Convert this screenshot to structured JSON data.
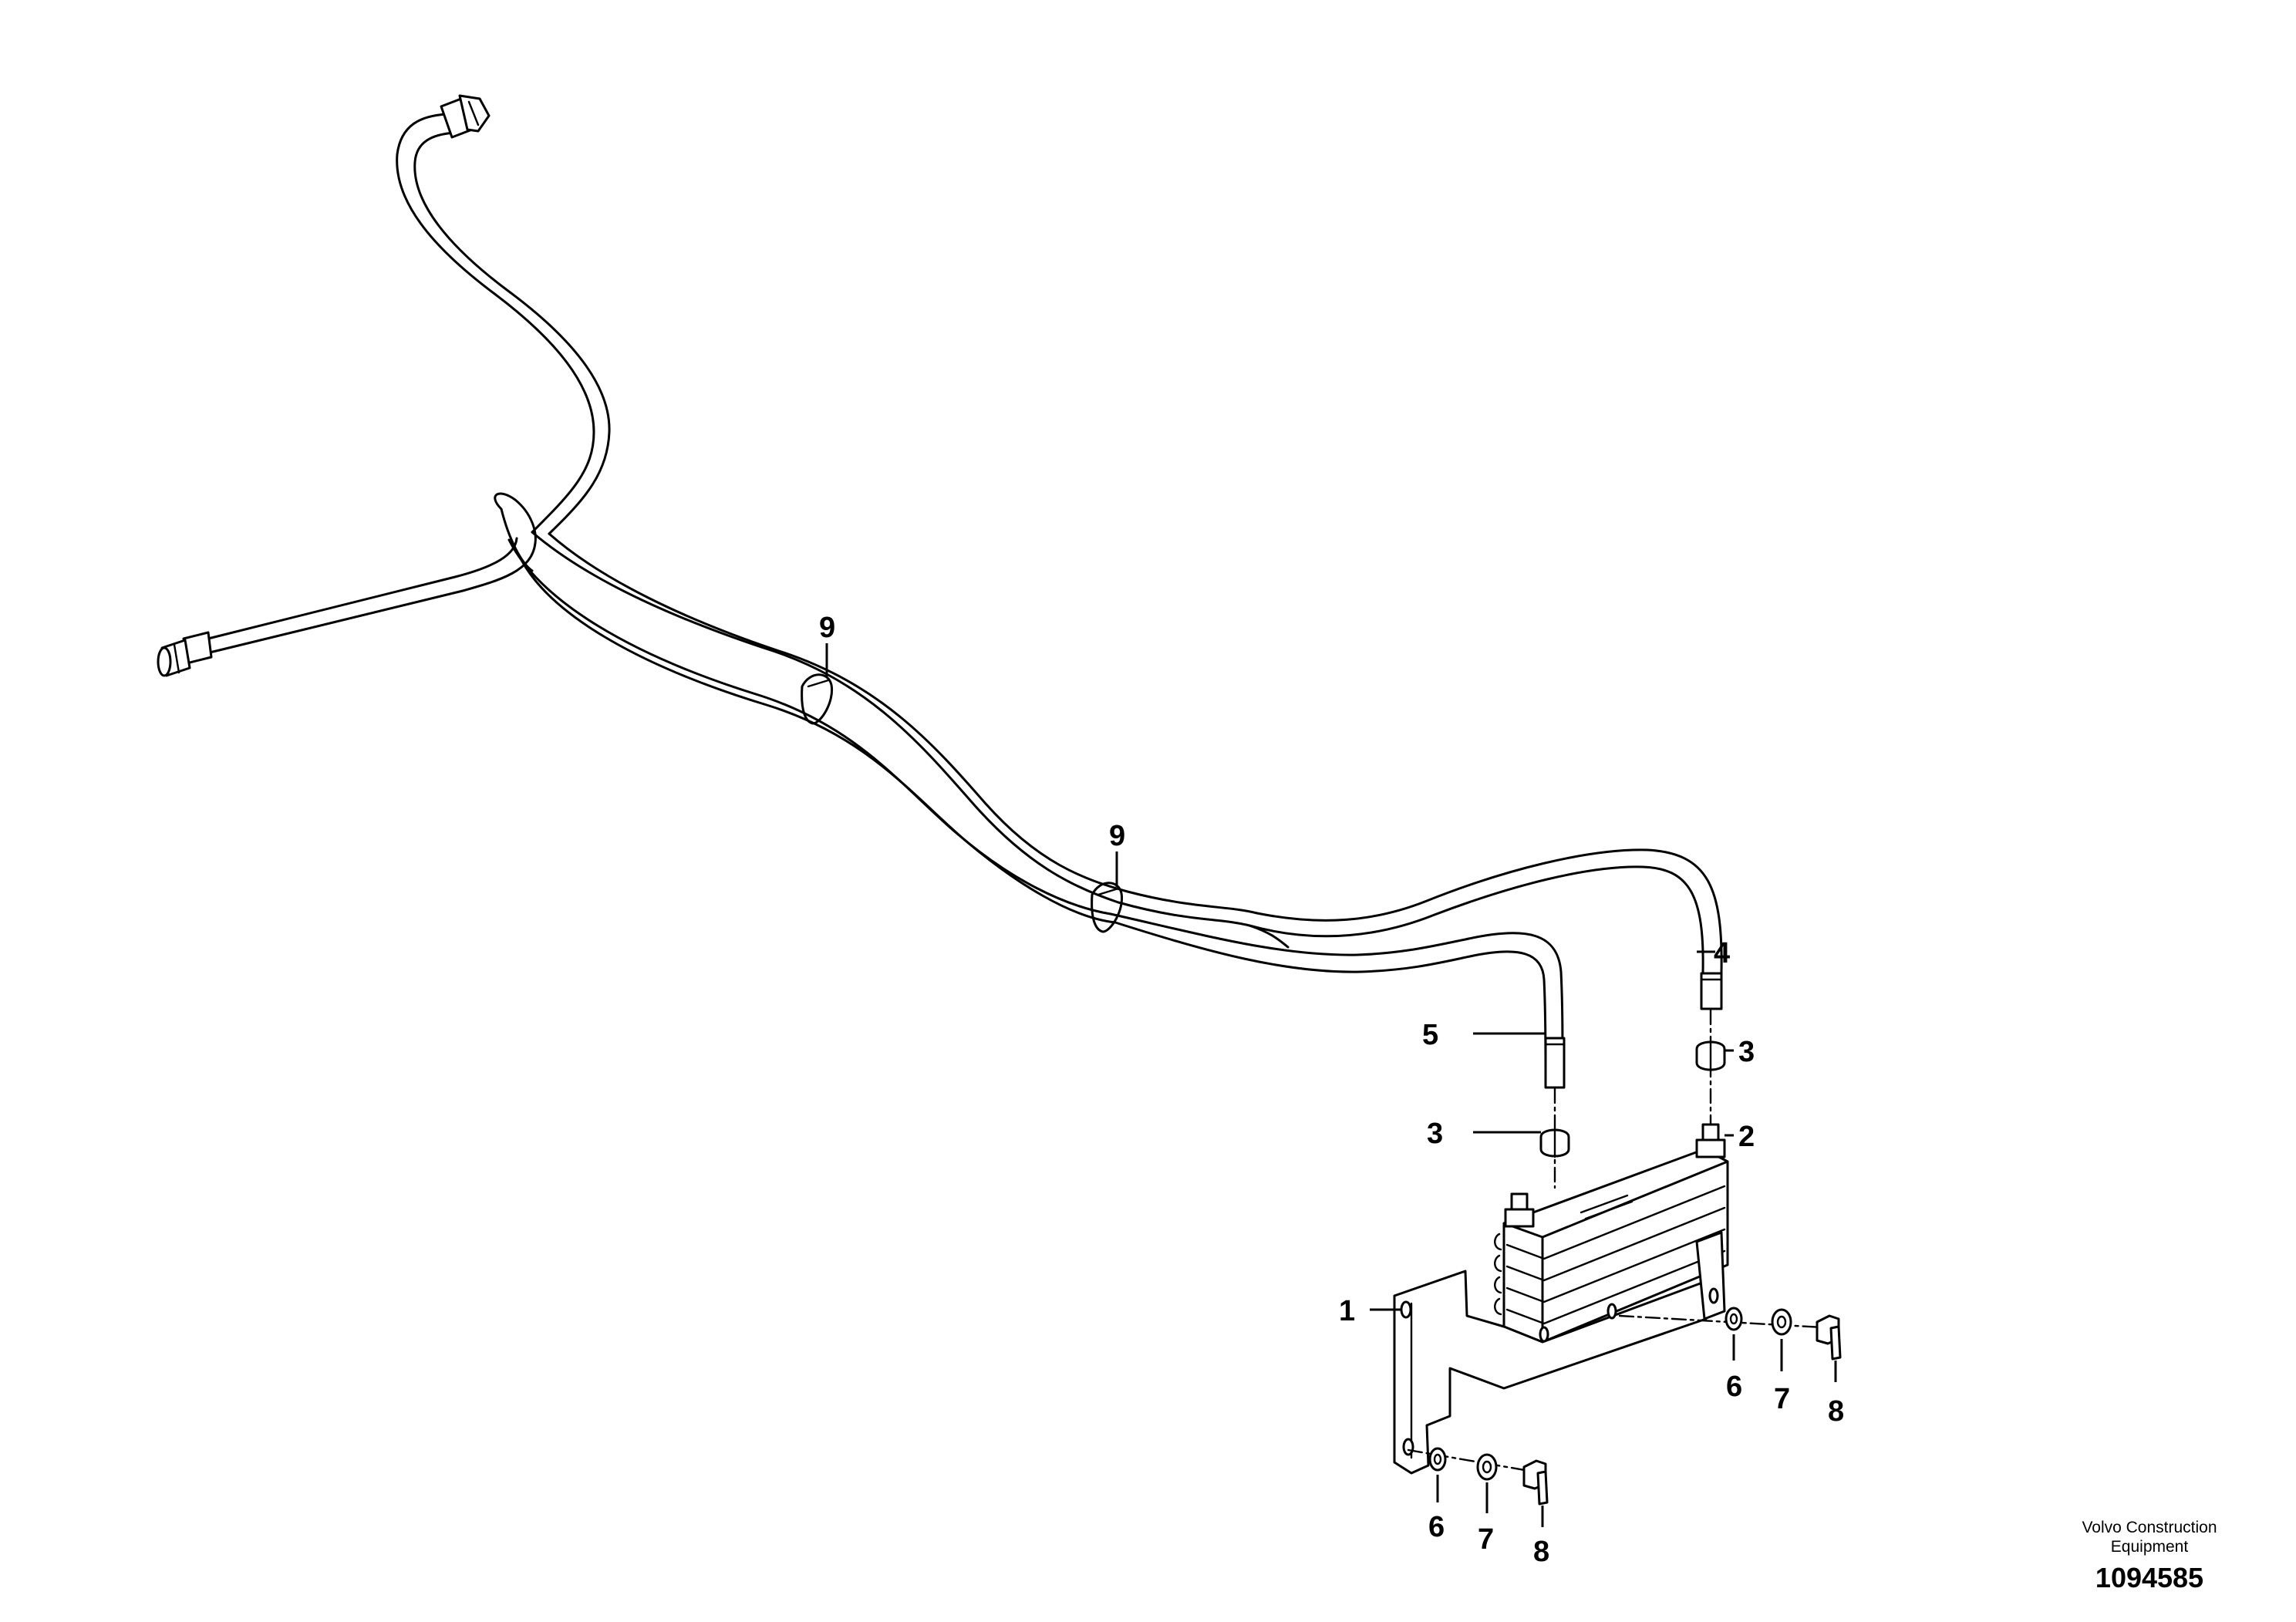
{
  "diagram": {
    "callouts": {
      "c1": "1",
      "c2": "2",
      "c3a": "3",
      "c3b": "3",
      "c4": "4",
      "c5": "5",
      "c6a": "6",
      "c6b": "6",
      "c7a": "7",
      "c7b": "7",
      "c8a": "8",
      "c8b": "8",
      "c9a": "9",
      "c9b": "9"
    }
  },
  "footer": {
    "brand": "Volvo Construction Equipment",
    "doc_number": "1094585"
  }
}
